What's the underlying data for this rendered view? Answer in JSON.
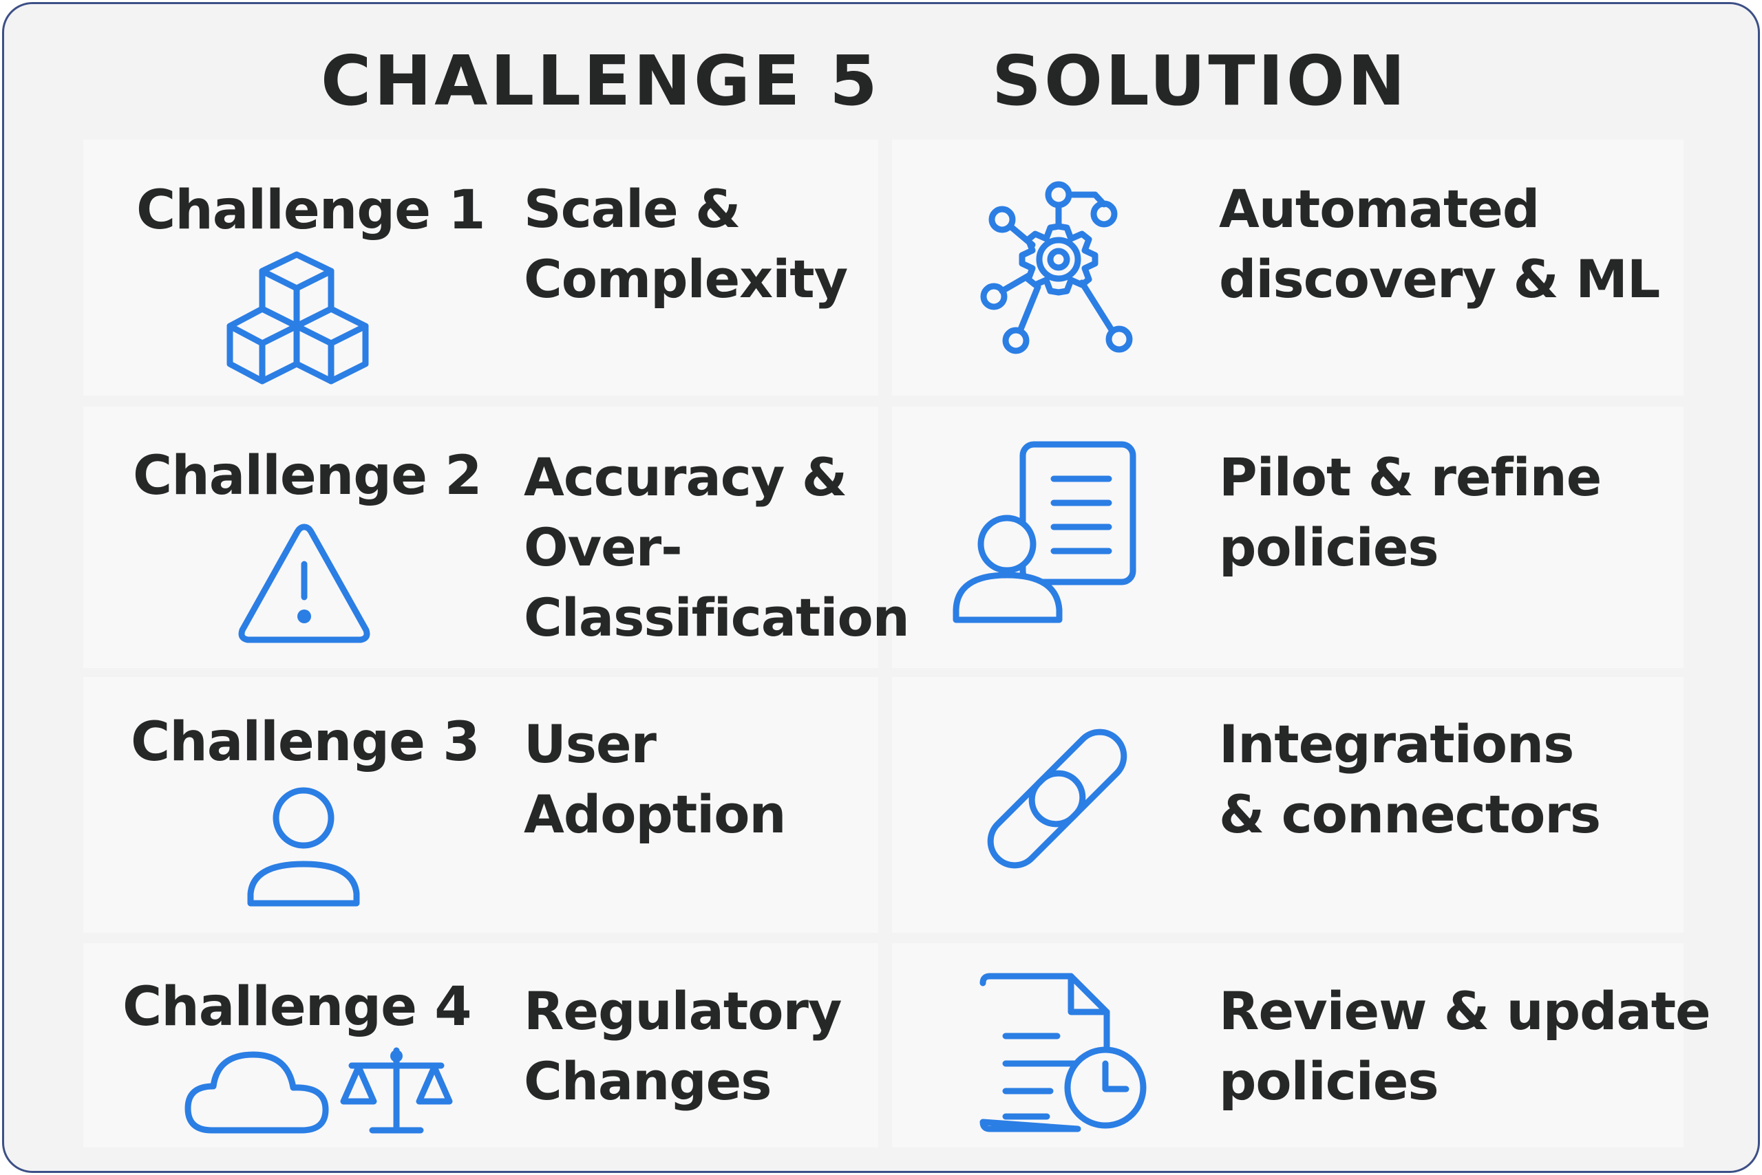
{
  "header": {
    "challenge_title": "CHALLENGE 5",
    "solution_title": "SOLUTION"
  },
  "rows": [
    {
      "challenge": "Challenge 1",
      "issue_lines": [
        "Scale &",
        "Complexity"
      ],
      "challenge_icon": "stacked-cubes-icon",
      "solution_icon": "network-gear-icon",
      "solution_lines": [
        "Automated",
        "discovery & ML"
      ]
    },
    {
      "challenge": "Challenge 2",
      "issue_lines": [
        "Accuracy &",
        "Over-",
        "Classification"
      ],
      "challenge_icon": "warning-triangle-icon",
      "solution_icon": "user-document-icon",
      "solution_lines": [
        "Pilot & refine",
        "policies"
      ]
    },
    {
      "challenge": "Challenge 3",
      "issue_lines": [
        "User",
        "Adoption"
      ],
      "challenge_icon": "user-icon",
      "solution_icon": "chain-link-icon",
      "solution_lines": [
        "Integrations",
        "& connectors"
      ]
    },
    {
      "challenge": "Challenge 4",
      "issue_lines": [
        "Regulatory",
        "Changes"
      ],
      "challenge_icons": [
        "cloud-icon",
        "scales-icon"
      ],
      "solution_icon": "document-clock-icon",
      "solution_lines": [
        "Review & update",
        "policies"
      ]
    }
  ],
  "colors": {
    "accent": "#2b7ee4",
    "text": "#262727",
    "frame_border": "#3c4f86",
    "background": "#f3f3f4",
    "card": "#f8f8f9"
  }
}
